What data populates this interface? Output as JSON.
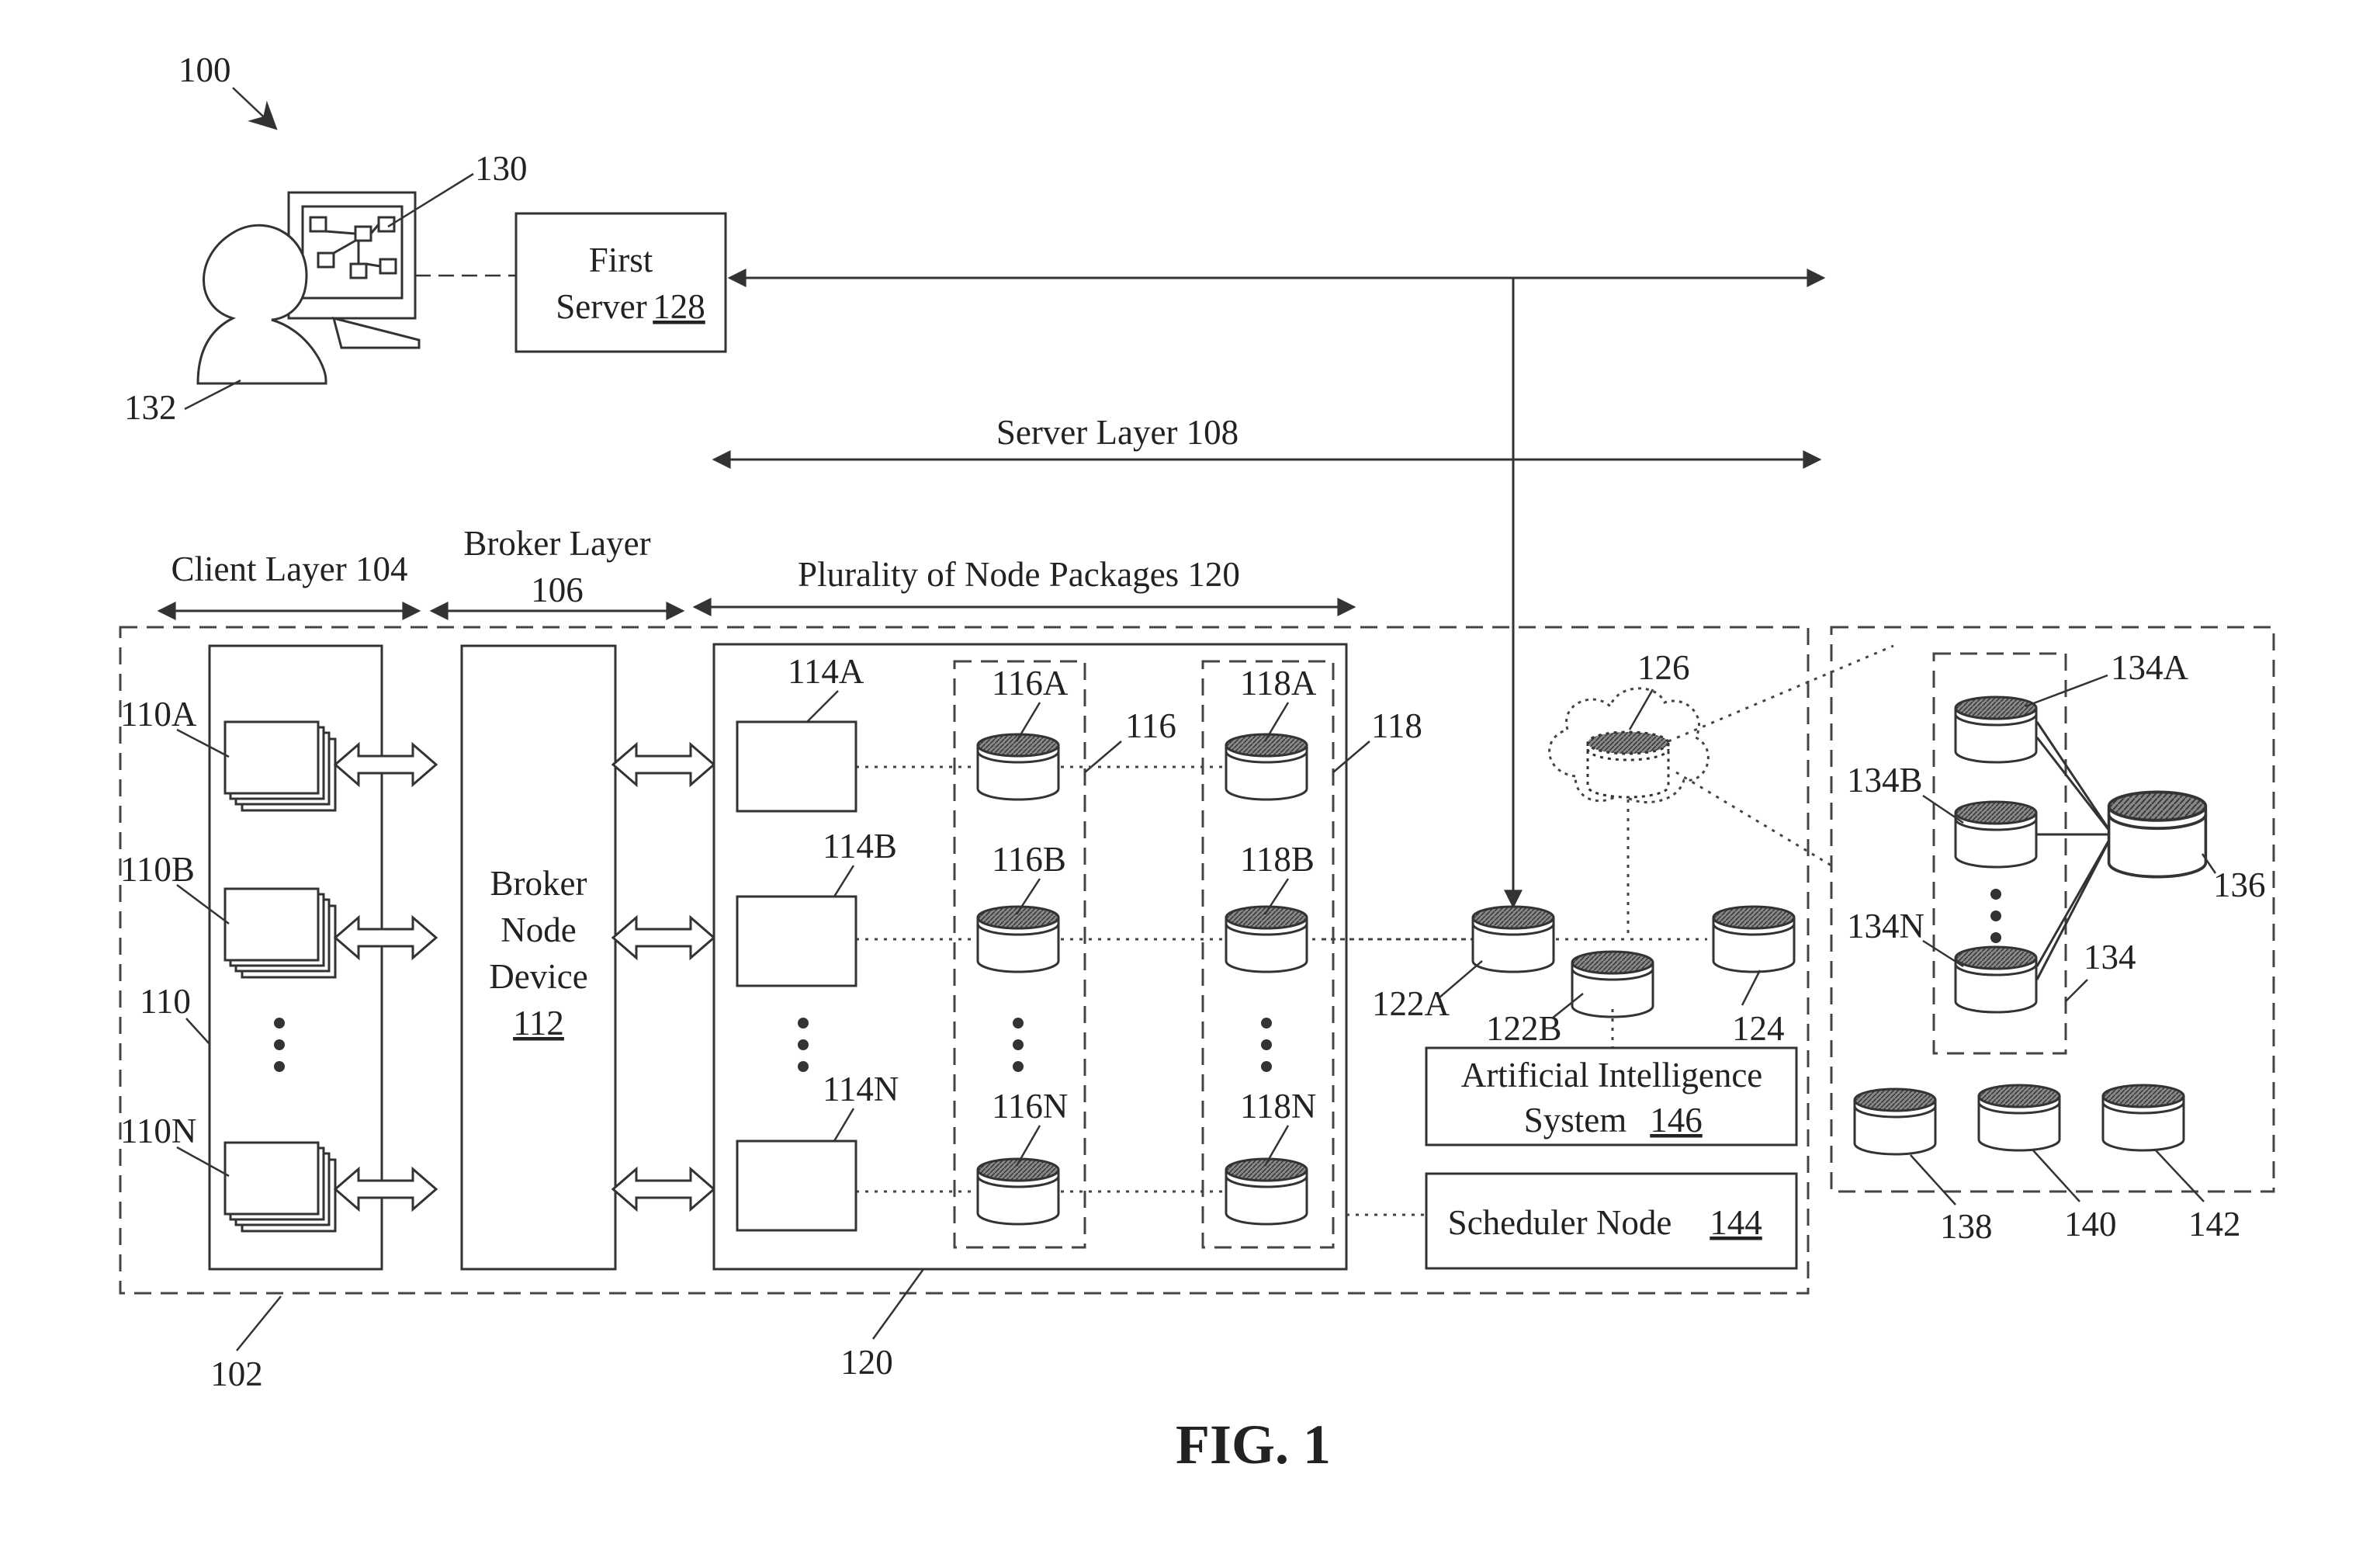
{
  "refs": {
    "r100": "100",
    "r130": "130",
    "r132": "132",
    "r102": "102",
    "r110": "110",
    "r110A": "110A",
    "r110B": "110B",
    "r110N": "110N",
    "r114A": "114A",
    "r114B": "114B",
    "r114N": "114N",
    "r116": "116",
    "r116A": "116A",
    "r116B": "116B",
    "r116N": "116N",
    "r118": "118",
    "r118A": "118A",
    "r118B": "118B",
    "r118N": "118N",
    "r120": "120",
    "r122A": "122A",
    "r122B": "122B",
    "r124": "124",
    "r126": "126",
    "r134": "134",
    "r134A": "134A",
    "r134B": "134B",
    "r134N": "134N",
    "r136": "136",
    "r138": "138",
    "r140": "140",
    "r142": "142"
  },
  "first_server": {
    "line1": "First",
    "line2": "Server",
    "ref": "128"
  },
  "layers": {
    "server": "Server Layer 108",
    "client": "Client Layer 104",
    "broker_line1": "Broker Layer",
    "broker_line2": "106",
    "node_packages": "Plurality of Node Packages 120"
  },
  "broker_device": {
    "line1": "Broker",
    "line2": "Node",
    "line3": "Device",
    "ref": "112"
  },
  "ai_system": {
    "line1": "Artificial Intelligence",
    "line2": "System",
    "ref": "146"
  },
  "scheduler": {
    "label": "Scheduler Node",
    "ref": "144"
  },
  "caption": "FIG. 1"
}
